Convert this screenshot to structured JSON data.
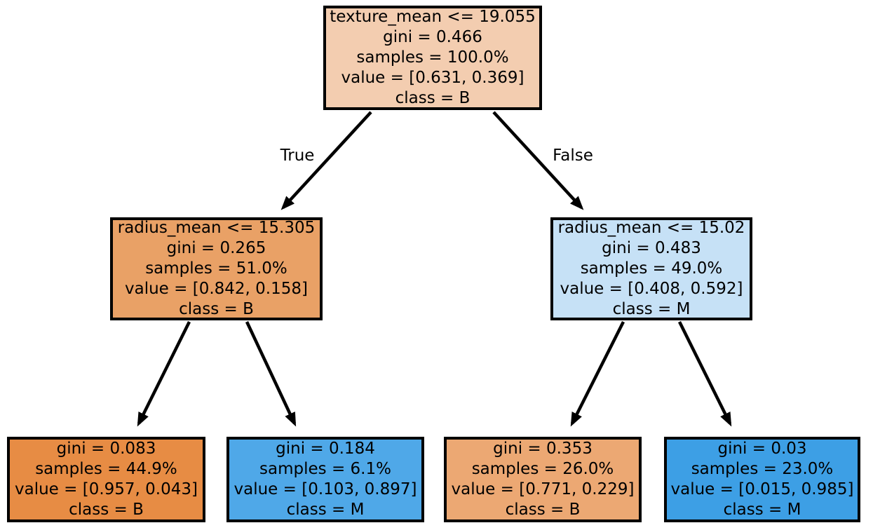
{
  "figure": {
    "background": "#ffffff",
    "line_color": "#000000",
    "text_color": "#000000",
    "class_colors": {
      "B": "#e58139",
      "M": "#399de5"
    }
  },
  "edge_labels": {
    "left": "True",
    "right": "False"
  },
  "nodes": {
    "root": {
      "condition": "texture_mean <= 19.055",
      "gini": "gini = 0.466",
      "samples": "samples = 100.0%",
      "value": "value = [0.631, 0.369]",
      "class_label": "class = B",
      "fill": "#f3cdb0"
    },
    "left_split": {
      "condition": "radius_mean <= 15.305",
      "gini": "gini = 0.265",
      "samples": "samples = 51.0%",
      "value": "value = [0.842, 0.158]",
      "class_label": "class = B",
      "fill": "#e9a166"
    },
    "right_split": {
      "condition": "radius_mean <= 15.02",
      "gini": "gini = 0.483",
      "samples": "samples = 49.0%",
      "value": "value = [0.408, 0.592]",
      "class_label": "class = M",
      "fill": "#c6e1f6"
    },
    "leaf_1": {
      "gini": "gini = 0.083",
      "samples": "samples = 44.9%",
      "value": "value = [0.957, 0.043]",
      "class_label": "class = B",
      "fill": "#e78c44"
    },
    "leaf_2": {
      "gini": "gini = 0.184",
      "samples": "samples = 6.1%",
      "value": "value = [0.103, 0.897]",
      "class_label": "class = M",
      "fill": "#4fa8e8"
    },
    "leaf_3": {
      "gini": "gini = 0.353",
      "samples": "samples = 26.0%",
      "value": "value = [0.771, 0.229]",
      "class_label": "class = B",
      "fill": "#eca873"
    },
    "leaf_4": {
      "gini": "gini = 0.03",
      "samples": "samples = 23.0%",
      "value": "value = [0.015, 0.985]",
      "class_label": "class = M",
      "fill": "#3d9fe5"
    }
  }
}
